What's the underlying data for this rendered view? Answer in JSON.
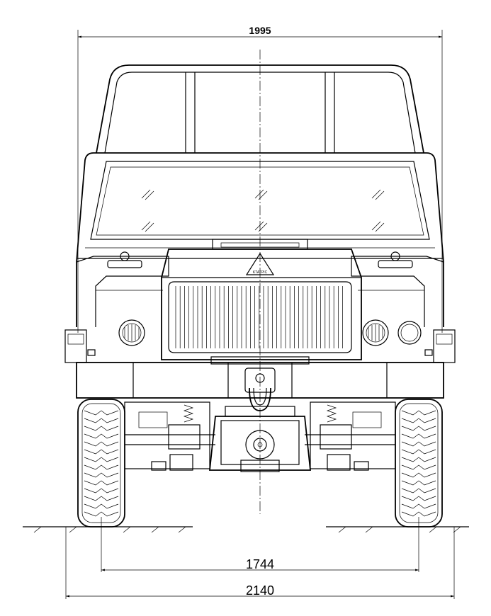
{
  "dimensions": {
    "overall_top_width": "1995",
    "track_width": "1744",
    "overall_bottom_width": "2140"
  },
  "emblem_text": "KTATPIC"
}
